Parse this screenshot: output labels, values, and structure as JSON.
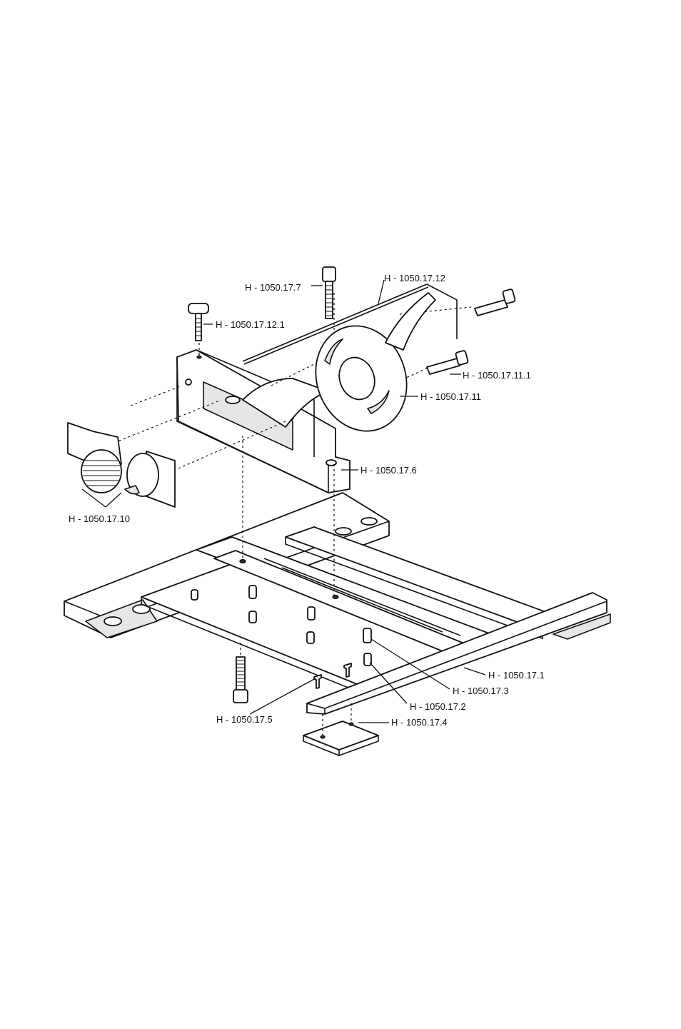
{
  "labels": {
    "p17_7": "H - 1050.17.7",
    "p17_12": "H - 1050.17.12",
    "p17_12_1": "H - 1050.17.12.1",
    "p17_11_1": "H - 1050.17.11.1",
    "p17_11": "H - 1050.17.11",
    "p17_6": "H - 1050.17.6",
    "p17_10": "H - 1050.17.10",
    "p17_1": "H - 1050.17.1",
    "p17_3": "H - 1050.17.3",
    "p17_2": "H - 1050.17.2",
    "p17_5": "H - 1050.17.5",
    "p17_4": "H - 1050.17.4"
  }
}
